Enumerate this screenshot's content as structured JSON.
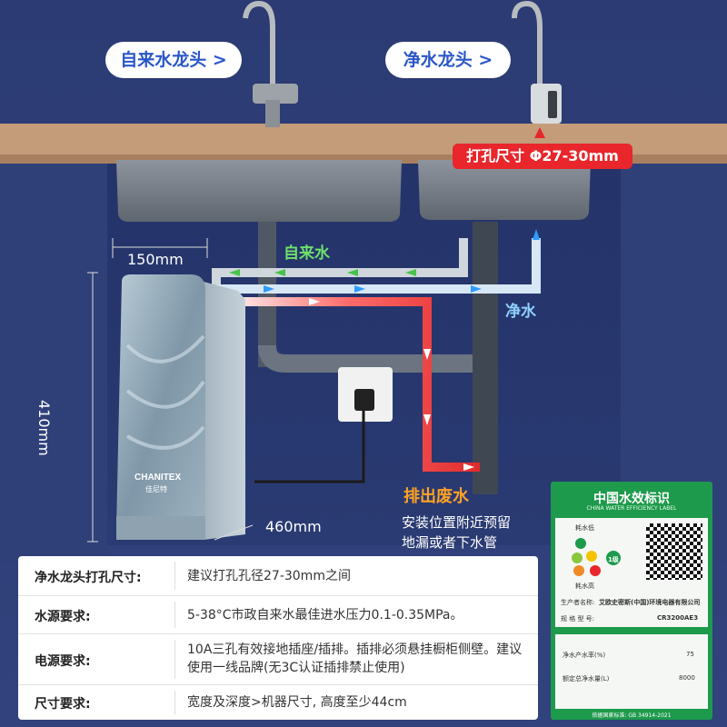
{
  "faucet_labels": {
    "tap_water_faucet": "自来水龙头 >",
    "pure_water_faucet": "净水龙头 >"
  },
  "drill_size_tag": "打孔尺寸 Φ27-30mm",
  "flow_labels": {
    "tap_water": "自来水",
    "pure_water": "净水",
    "waste_water": "排出废水"
  },
  "dimensions": {
    "width": "150mm",
    "height": "410mm",
    "depth": "460mm"
  },
  "product": {
    "brand": "CHANITEX",
    "brand_cn": "佳尼特"
  },
  "install_note": {
    "line1": "安装位置附近预留",
    "line2": "地漏或者下水管"
  },
  "spec_table": [
    {
      "key": "净水龙头打孔尺寸:",
      "value": "建议打孔孔径27-30mm之间"
    },
    {
      "key": "水源要求:",
      "value": "5-38°C市政自来水最佳进水压力0.1-0.35MPa。"
    },
    {
      "key": "电源要求:",
      "value": "10A三孔有效接地插座/插排。插排必须悬挂橱柜侧壁。建议使用一线品牌(无3C认证插排禁止使用)"
    },
    {
      "key": "尺寸要求:",
      "value": "宽度及深度>机器尺寸, 高度至少44cm"
    }
  ],
  "efficiency_label": {
    "title_cn": "中国水效标识",
    "title_en": "CHINA WATER EFFICIENCY LABEL",
    "low": "耗水低",
    "high": "耗水高",
    "grade": "1级",
    "producer_key": "生产者名称:",
    "producer_value": "艾欧史密斯(中国)环境电器有限公司",
    "model_key": "规 格 型 号:",
    "model_value": "CR3200AE3",
    "rate_key": "净水产水率(%)",
    "rate_value": "75",
    "volume_key": "额定总净水量(L)",
    "volume_value": "8000",
    "footer": "依据国家标准: GB 34914-2021"
  },
  "colors": {
    "wall": "#2e3d74",
    "counter": "#c9a27f",
    "label_green": "#1e9a4c",
    "tag_red": "#e8262b",
    "pill_text": "#2a57c8"
  }
}
